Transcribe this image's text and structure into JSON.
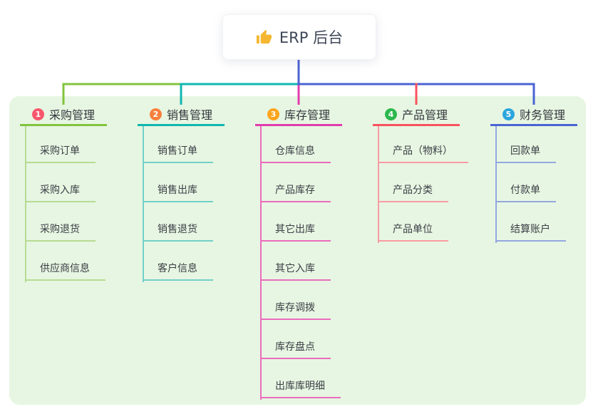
{
  "root": {
    "label": "ERP 后台",
    "icon": "thumbs-up-icon",
    "icon_color": "#f5b731"
  },
  "panel": {
    "background": "#e7f6e2"
  },
  "connector_color": "#4c63d5",
  "branches": [
    {
      "badge": "1",
      "badge_color": "#f8566c",
      "label": "采购管理",
      "color": "#82c43e",
      "light_color": "#b6dc92",
      "children": [
        "采购订单",
        "采购入库",
        "采购退货",
        "供应商信息"
      ]
    },
    {
      "badge": "2",
      "badge_color": "#f7803c",
      "label": "销售管理",
      "color": "#10b7b0",
      "light_color": "#72d0ca",
      "children": [
        "销售订单",
        "销售出库",
        "销售退货",
        "客户信息"
      ]
    },
    {
      "badge": "3",
      "badge_color": "#fba51d",
      "label": "库存管理",
      "color": "#e23cae",
      "light_color": "#ea6cbd",
      "children": [
        "仓库信息",
        "产品库存",
        "其它出库",
        "其它入库",
        "库存调拨",
        "库存盘点",
        "出库库明细"
      ]
    },
    {
      "badge": "4",
      "badge_color": "#2cb84d",
      "label": "产品管理",
      "color": "#f9525f",
      "light_color": "#f99ba3",
      "children": [
        "产品（物料）",
        "产品分类",
        "产品单位"
      ]
    },
    {
      "badge": "5",
      "badge_color": "#2ba6de",
      "label": "财务管理",
      "color": "#4a64d3",
      "light_color": "#93a8e0",
      "children": [
        "回款单",
        "付款单",
        "结算账户"
      ]
    }
  ]
}
